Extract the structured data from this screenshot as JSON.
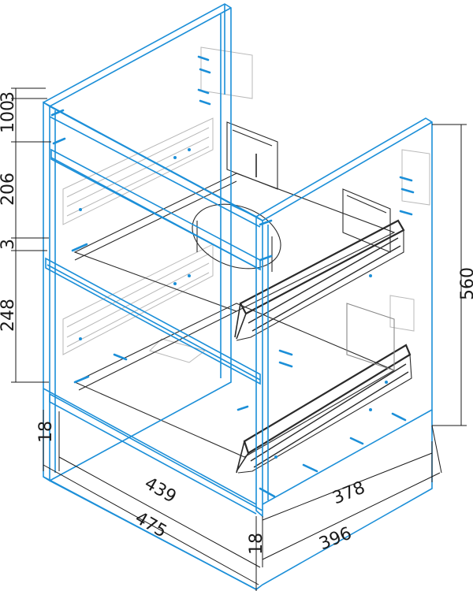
{
  "dimensions": {
    "top_small": "3",
    "top_frame": "100",
    "drawer_upper": "206",
    "gap": "3",
    "drawer_lower": "248",
    "height_right": "560",
    "plinth": "18",
    "inner_width": "439",
    "outer_width": "475",
    "inner_depth": "378",
    "side_thickness": "18",
    "outer_depth": "396"
  },
  "colors": {
    "frame": "#1c8fd8",
    "hardware": "#2a2a2a",
    "ghost": "#b8b8b8",
    "dimension": "#1a1a1a"
  }
}
